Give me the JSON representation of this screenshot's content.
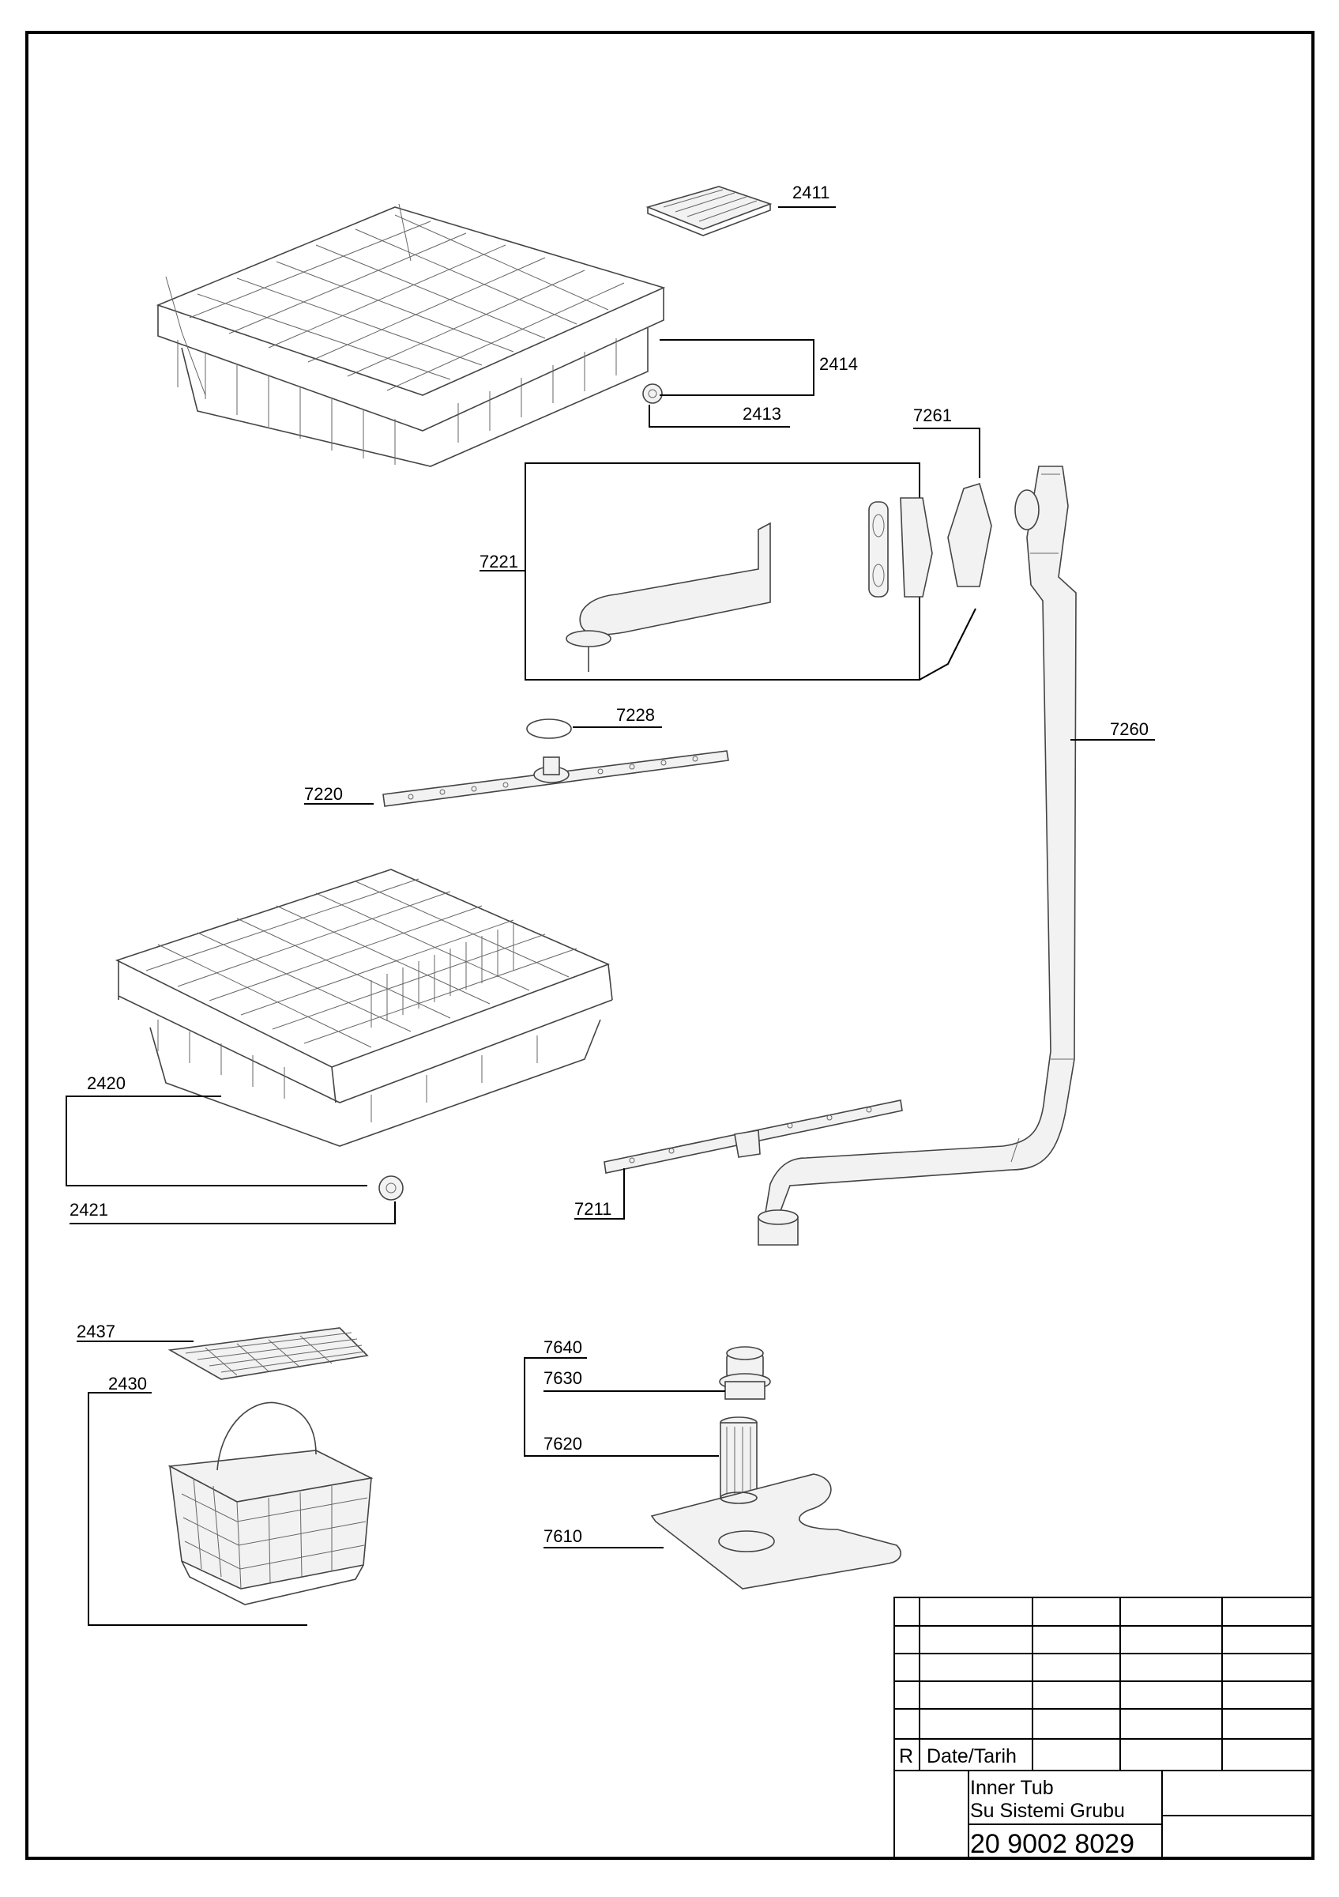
{
  "callouts": {
    "c2411": "2411",
    "c2414": "2414",
    "c2413": "2413",
    "c7261": "7261",
    "c7221": "7221",
    "c7228": "7228",
    "c7260": "7260",
    "c7220": "7220",
    "c2420": "2420",
    "c2421": "2421",
    "c7211": "7211",
    "c2437": "2437",
    "c2430": "2430",
    "c7640": "7640",
    "c7630": "7630",
    "c7620": "7620",
    "c7610": "7610"
  },
  "title_block": {
    "revision_letter": "R",
    "date_label": "Date/Tarih",
    "title_en": "Inner Tub",
    "title_tr": "Su Sistemi Grubu",
    "document_number": "20 9002 8029"
  }
}
